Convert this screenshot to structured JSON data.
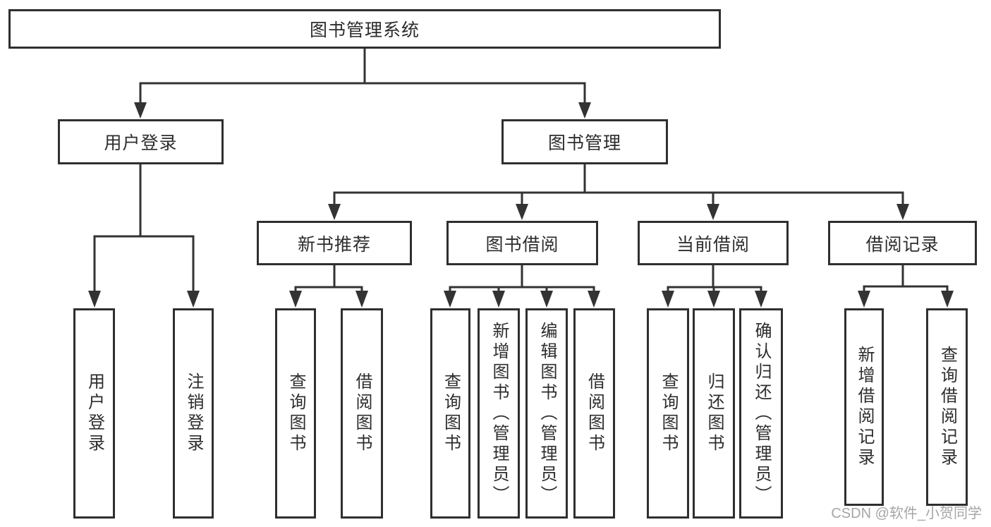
{
  "tree": {
    "root": {
      "label": "图书管理系统",
      "children": [
        {
          "label": "用户登录",
          "children": [
            {
              "label": "用户登录"
            },
            {
              "label": "注销登录"
            }
          ]
        },
        {
          "label": "图书管理",
          "children": [
            {
              "label": "新书推荐",
              "children": [
                {
                  "label": "查询图书"
                },
                {
                  "label": "借阅图书"
                }
              ]
            },
            {
              "label": "图书借阅",
              "children": [
                {
                  "label": "查询图书"
                },
                {
                  "label": "新增图书（管理员）"
                },
                {
                  "label": "编辑图书（管理员）"
                },
                {
                  "label": "借阅图书"
                }
              ]
            },
            {
              "label": "当前借阅",
              "children": [
                {
                  "label": "查询图书"
                },
                {
                  "label": "归还图书"
                },
                {
                  "label": "确认归还（管理员）"
                }
              ]
            },
            {
              "label": "借阅记录",
              "children": [
                {
                  "label": "新增借阅记录"
                },
                {
                  "label": "查询借阅记录"
                }
              ]
            }
          ]
        }
      ]
    }
  },
  "watermark": {
    "text": "CSDN @软件_小贺同学"
  },
  "colors": {
    "line": "#333333",
    "box_border": "#2f2f2f",
    "text": "#2d2d2d",
    "background": "#ffffff",
    "watermark": "#9c9c9c"
  }
}
